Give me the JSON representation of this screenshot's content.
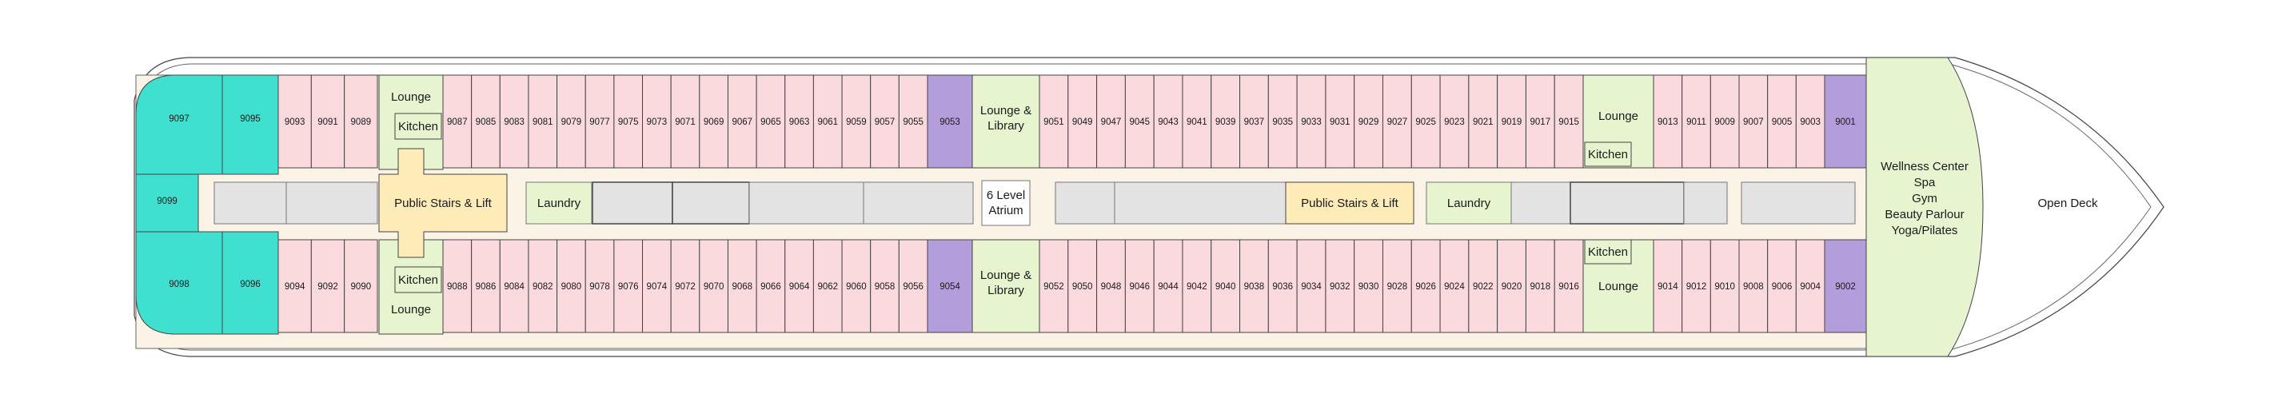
{
  "colors": {
    "interior": "#fbf3e6",
    "cabin": "#fadadd",
    "suite": "#b39ddb",
    "owner": "#40e0d0",
    "public": "#e6f5d0",
    "stairs": "#fdebb8",
    "corridor": "#e3e3e3",
    "white": "#ffffff",
    "stroke": "#444444"
  },
  "top_row": {
    "small_cabins_a": [
      "9093",
      "9091",
      "9089"
    ],
    "cabins_b": [
      "9087",
      "9085",
      "9083",
      "9081",
      "9079",
      "9077",
      "9075",
      "9073",
      "9071",
      "9069",
      "9067",
      "9065",
      "9063",
      "9061",
      "9059",
      "9057",
      "9055"
    ],
    "suite_b": "9053",
    "cabins_c": [
      "9051",
      "9049",
      "9047",
      "9045",
      "9043",
      "9041",
      "9039",
      "9037",
      "9035",
      "9033",
      "9031",
      "9029",
      "9027",
      "9025",
      "9023",
      "9021",
      "9019",
      "9017",
      "9015"
    ],
    "cabins_d": [
      "9013",
      "9011",
      "9009",
      "9007",
      "9005",
      "9003"
    ],
    "suite_d": "9001"
  },
  "bottom_row": {
    "small_cabins_a": [
      "9094",
      "9092",
      "9090"
    ],
    "cabins_b": [
      "9088",
      "9086",
      "9084",
      "9082",
      "9080",
      "9078",
      "9076",
      "9074",
      "9072",
      "9070",
      "9068",
      "9066",
      "9064",
      "9062",
      "9060",
      "9058",
      "9056"
    ],
    "suite_b": "9054",
    "cabins_c": [
      "9052",
      "9050",
      "9048",
      "9046",
      "9044",
      "9042",
      "9040",
      "9038",
      "9036",
      "9034",
      "9032",
      "9030",
      "9028",
      "9026",
      "9024",
      "9022",
      "9020",
      "9018",
      "9016"
    ],
    "cabins_d": [
      "9014",
      "9012",
      "9010",
      "9008",
      "9006",
      "9004"
    ],
    "suite_d": "9002"
  },
  "owner_suites": {
    "top_left": "9097",
    "top_right": "9095",
    "middle": "9099",
    "bottom_left": "9098",
    "bottom_right": "9096"
  },
  "labels": {
    "lounge": "Lounge",
    "kitchen": "Kitchen",
    "public_stairs": "Public Stairs & Lift",
    "laundry": "Laundry",
    "lounge_library_1": "Lounge &",
    "lounge_library_2": "Library",
    "atrium_1": "6 Level",
    "atrium_2": "Atrium",
    "wellness": [
      "Wellness Center",
      "Spa",
      "Gym",
      "Beauty Parlour",
      "Yoga/Pilates"
    ],
    "open_deck": "Open Deck"
  }
}
